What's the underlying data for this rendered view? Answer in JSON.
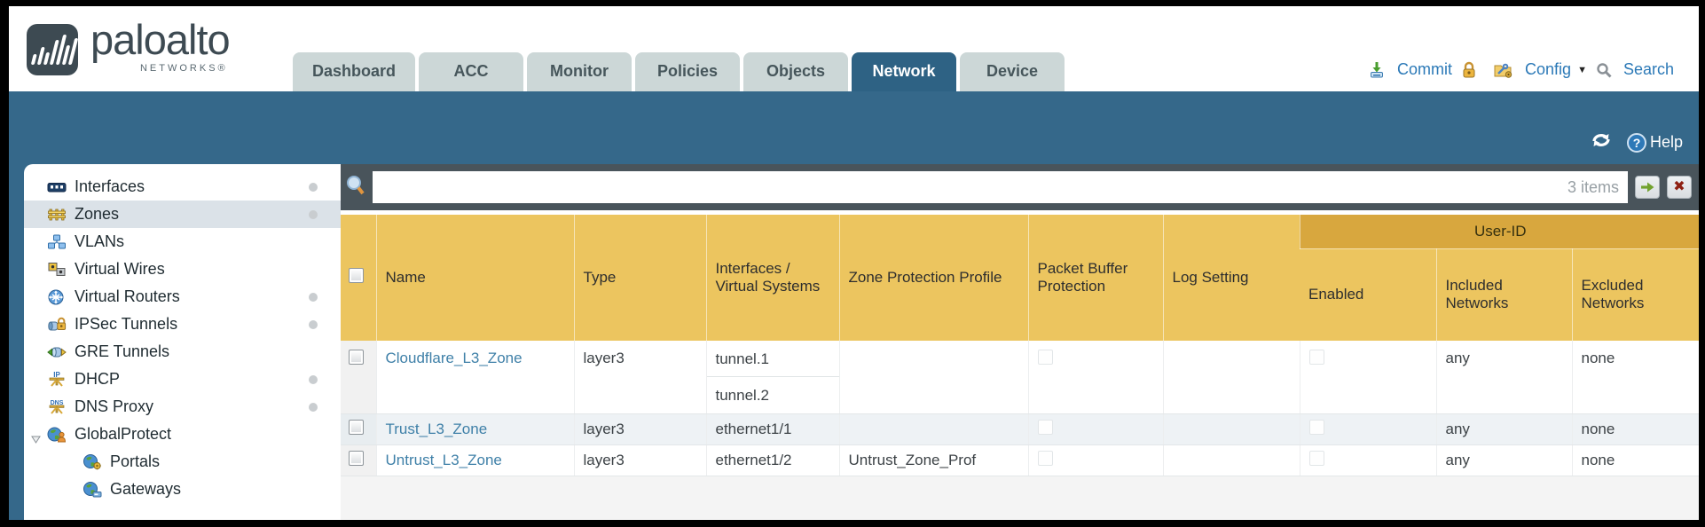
{
  "brand": {
    "name": "paloalto",
    "sub": "NETWORKS®"
  },
  "nav": {
    "tabs": [
      {
        "label": "Dashboard",
        "active": false
      },
      {
        "label": "ACC",
        "active": false
      },
      {
        "label": "Monitor",
        "active": false
      },
      {
        "label": "Policies",
        "active": false
      },
      {
        "label": "Objects",
        "active": false
      },
      {
        "label": "Network",
        "active": true
      },
      {
        "label": "Device",
        "active": false
      }
    ]
  },
  "utility": {
    "commit": "Commit",
    "config": "Config",
    "search": "Search"
  },
  "band": {
    "help": "Help",
    "help_glyph": "?"
  },
  "sidebar": {
    "items": [
      {
        "label": "Interfaces",
        "icon": "interfaces-icon",
        "dot": true,
        "selected": false
      },
      {
        "label": "Zones",
        "icon": "zones-icon",
        "dot": true,
        "selected": true
      },
      {
        "label": "VLANs",
        "icon": "vlans-icon",
        "dot": false,
        "selected": false
      },
      {
        "label": "Virtual Wires",
        "icon": "virtual-wires-icon",
        "dot": false,
        "selected": false
      },
      {
        "label": "Virtual Routers",
        "icon": "virtual-routers-icon",
        "dot": true,
        "selected": false
      },
      {
        "label": "IPSec Tunnels",
        "icon": "ipsec-tunnels-icon",
        "dot": true,
        "selected": false
      },
      {
        "label": "GRE Tunnels",
        "icon": "gre-tunnels-icon",
        "dot": false,
        "selected": false
      },
      {
        "label": "DHCP",
        "icon": "dhcp-icon",
        "dot": true,
        "selected": false
      },
      {
        "label": "DNS Proxy",
        "icon": "dns-proxy-icon",
        "dot": true,
        "selected": false
      },
      {
        "label": "GlobalProtect",
        "icon": "globalprotect-icon",
        "dot": false,
        "selected": false,
        "expanded": true
      },
      {
        "label": "Portals",
        "icon": "portals-icon",
        "dot": false,
        "selected": false,
        "child": true
      },
      {
        "label": "Gateways",
        "icon": "gateways-icon",
        "dot": false,
        "selected": false,
        "child": true
      }
    ]
  },
  "toolbar": {
    "items_count": "3 items",
    "search_value": ""
  },
  "table": {
    "group_header": "User-ID",
    "columns": [
      "",
      "Name",
      "Type",
      "Interfaces / Virtual Systems",
      "Zone Protection Profile",
      "Packet Buffer Protection",
      "Log Setting",
      "Enabled",
      "Included Networks",
      "Excluded Networks"
    ],
    "rows": [
      {
        "name": "Cloudflare_L3_Zone",
        "type": "layer3",
        "interfaces": [
          "tunnel.1",
          "tunnel.2"
        ],
        "zone_protection_profile": "",
        "log_setting": "",
        "included_networks": "any",
        "excluded_networks": "none"
      },
      {
        "name": "Trust_L3_Zone",
        "type": "layer3",
        "interfaces": [
          "ethernet1/1"
        ],
        "zone_protection_profile": "",
        "log_setting": "",
        "included_networks": "any",
        "excluded_networks": "none"
      },
      {
        "name": "Untrust_L3_Zone",
        "type": "layer3",
        "interfaces": [
          "ethernet1/2"
        ],
        "zone_protection_profile": "Untrust_Zone_Prof",
        "log_setting": "",
        "included_networks": "any",
        "excluded_networks": "none"
      }
    ]
  },
  "colors": {
    "teal_band": "#35688a",
    "active_tab": "#2e6284",
    "header_gold": "#ecc55f",
    "group_gold": "#d8a73e",
    "toolbar_slate": "#49545b",
    "link_blue": "#3f80a8",
    "utility_blue": "#2b79b7"
  }
}
